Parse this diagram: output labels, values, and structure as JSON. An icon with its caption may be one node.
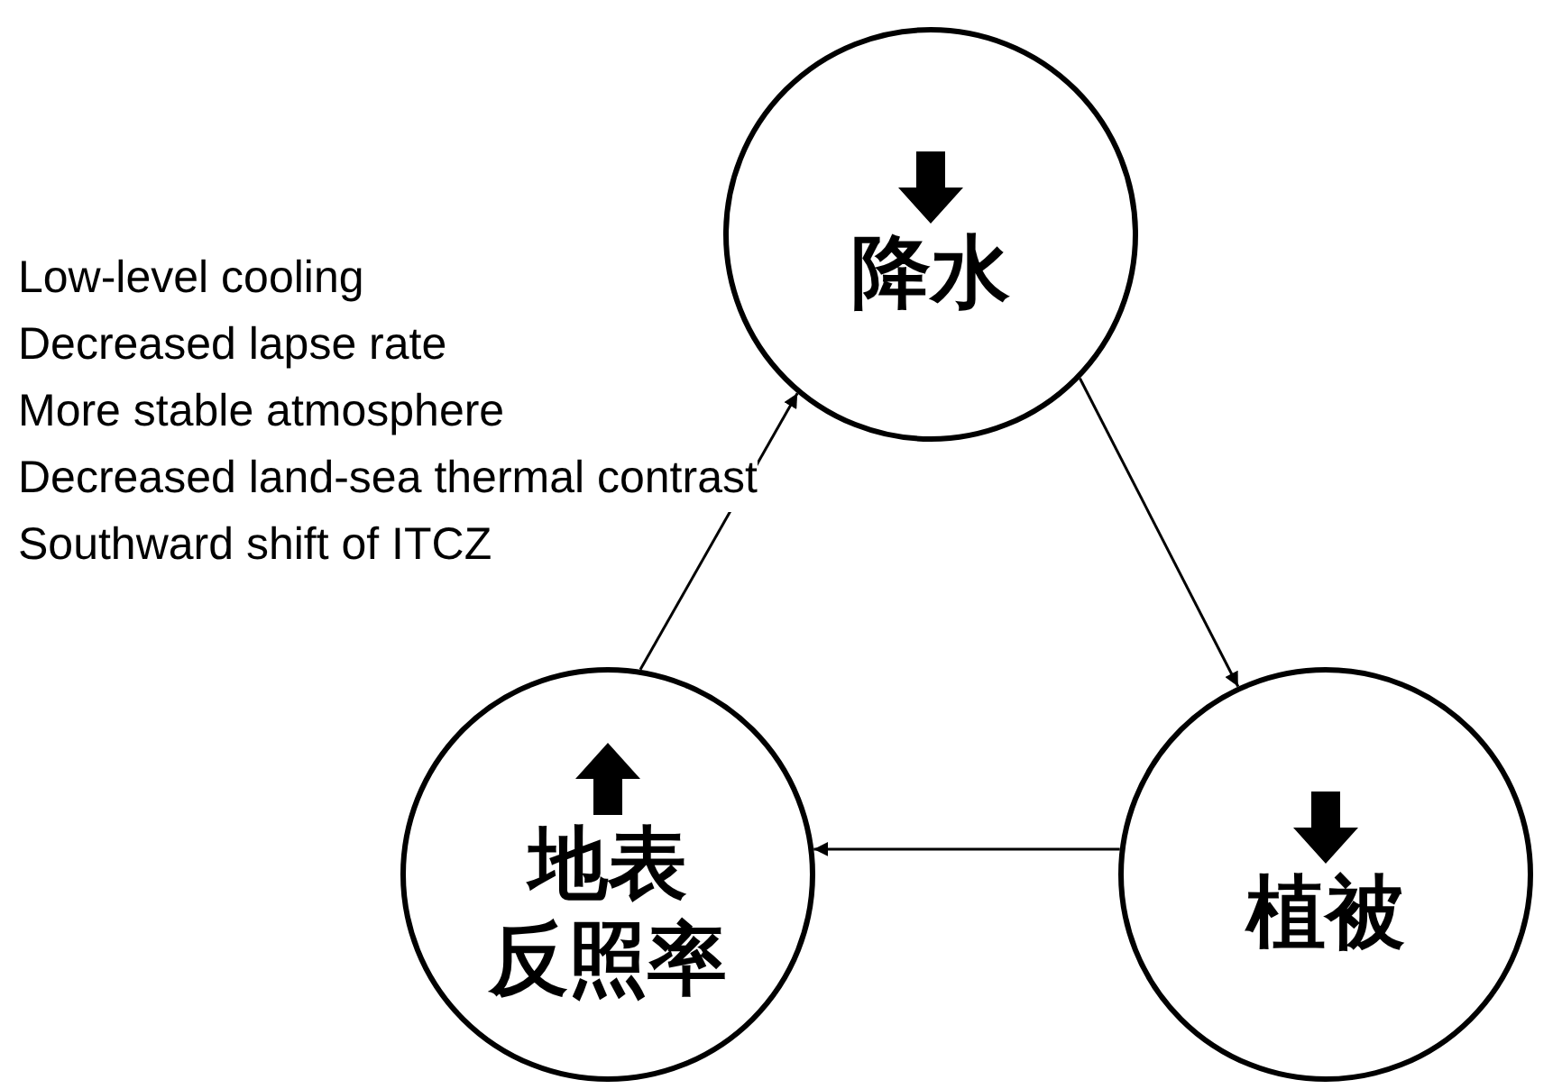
{
  "diagram": {
    "nodes": [
      {
        "text": [
          "降水"
        ]
      },
      {
        "text": [
          "植被"
        ]
      },
      {
        "text": [
          "地表反照率"
        ]
      }
    ],
    "edges": [
      {
        "from": 2,
        "to": 0,
        "arrow": "to"
      },
      {
        "from": 0,
        "to": 1,
        "arrow": "to"
      },
      {
        "from": 1,
        "to": 2,
        "arrow": "to"
      }
    ],
    "labels": [
      "Low-level cooling",
      "Decreased lapse rate",
      "More stable atmosphere",
      "Decreased land-sea thermal contrast",
      "Southward shift of ITCZ"
    ]
  }
}
